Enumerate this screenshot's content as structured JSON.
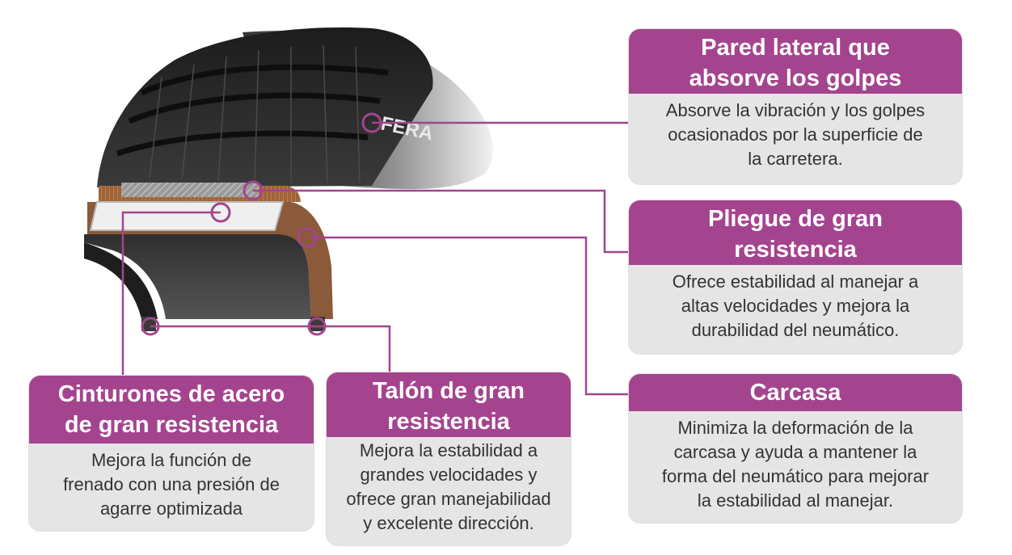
{
  "colors": {
    "accent": "#a4448f",
    "card_bg": "#e6e5e6",
    "text": "#333333"
  },
  "tire": {
    "brand_text": "FERA"
  },
  "callouts": {
    "sidewall": {
      "title": "Pared lateral que\nabsorve los golpes",
      "desc": "Absorve la vibración y los golpes\nocasionados por la superficie de\nla carretera."
    },
    "ply": {
      "title": "Pliegue de gran\nresistencia",
      "desc": "Ofrece estabilidad al manejar a\naltas velocidades y mejora la\ndurabilidad del neumático."
    },
    "carcass": {
      "title": "Carcasa",
      "desc": "Minimiza la deformación de la\ncarcasa y ayuda a mantener la\nforma del neumático para mejorar\nla estabilidad al manejar."
    },
    "steel_belts": {
      "title": "Cinturones de acero\nde gran resistencia",
      "desc": "Mejora la función de\nfrenado con una presión de\nagarre optimizada"
    },
    "bead": {
      "title": "Talón de gran\nresistencia",
      "desc": "Mejora la estabilidad a\ngrandes velocidades y\nofrece gran manejabilidad\ny excelente dirección."
    }
  }
}
